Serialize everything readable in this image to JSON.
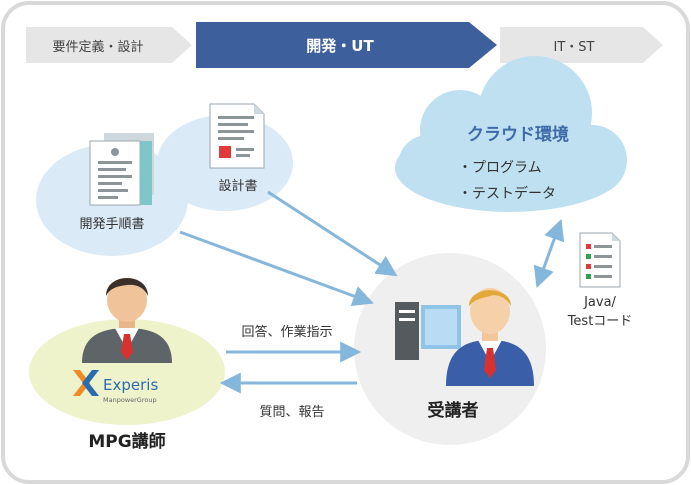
{
  "phases": [
    {
      "label": "要件定義・設計",
      "active": false
    },
    {
      "label": "開発・UT",
      "active": true
    },
    {
      "label": "IT・ST",
      "active": false
    }
  ],
  "nodes": {
    "procedure_doc": "開発手順書",
    "design_doc": "設計書",
    "cloud_title": "クラウド環境",
    "cloud_items": [
      "・プログラム",
      "・テストデータ"
    ],
    "test_code_line1": "Java/",
    "test_code_line2": "Testコード",
    "student": "受講者",
    "instructor": "MPG講師",
    "logo_name": "Experis",
    "logo_sub": "ManpowerGroup"
  },
  "flows": {
    "to_student": "回答、作業指示",
    "to_instructor": "質問、報告"
  },
  "colors": {
    "phase_active": "#3d5f9c",
    "phase_inactive": "#e6e6e6",
    "cloud": "#bfe0f1",
    "doc_circle": "#dbeaf7",
    "student_circle": "#efefef",
    "instructor_circle": "#eef3cc",
    "arrow": "#85b6dc",
    "cloud_title": "#3e6aa8",
    "logo_orange": "#f08a24",
    "logo_blue": "#2b6cb0"
  }
}
